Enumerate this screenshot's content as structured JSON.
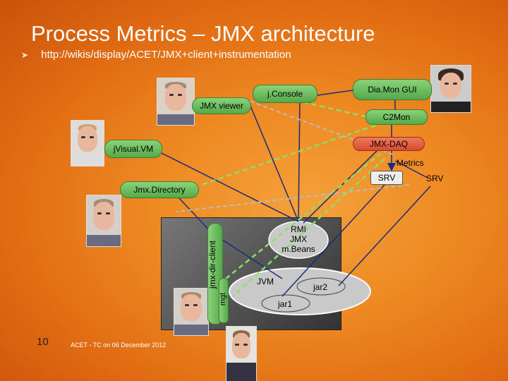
{
  "title": "Process Metrics – JMX architecture",
  "link": "http://wikis/display/ACET/JMX+client+instrumentation",
  "slide_number": "10",
  "footer": "ACET - TC on 06 December 2012",
  "nodes": {
    "dia_mon_gui": "Dia.Mon GUI",
    "jconsole": "j.Console",
    "jmx_viewer": "JMX viewer",
    "c2mon": "C2Mon",
    "jvisualvm": "jVisual.VM",
    "jmx_daq": "JMX-DAQ",
    "metrics": "Metrics",
    "srv1": "SRV",
    "srv2": "SRV",
    "jmx_directory": "Jmx.Directory",
    "rmi": "RMI\nJMX\nm.Beans",
    "jmx_dir_client": "jmx-dir-client",
    "mgt": "mgt",
    "jvm": "JVM",
    "jar1": "jar1",
    "jar2": "jar2"
  },
  "colors": {
    "accent_green": "#55a94a",
    "accent_red": "#d54b30",
    "line_blue": "#1c2c7a",
    "line_green_dashed": "#8be06a",
    "line_gray_dashed": "#bbbbbb"
  }
}
